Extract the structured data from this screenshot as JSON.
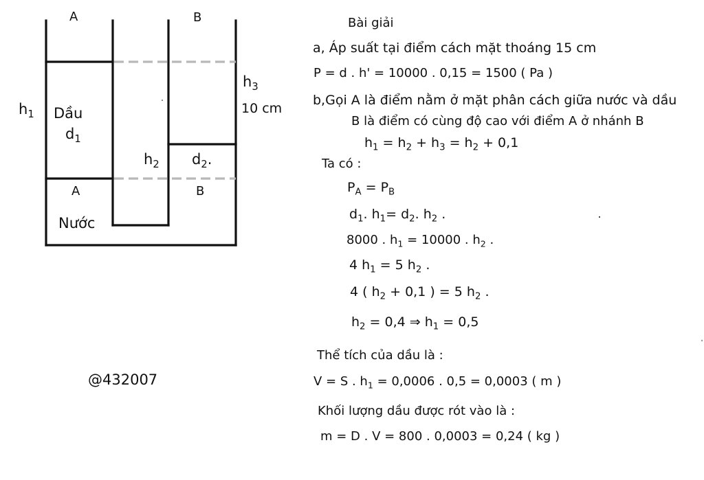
{
  "diagram": {
    "label_A_top": "A",
    "label_B_top": "B",
    "label_h1": "h",
    "sub_1": "1",
    "sub_2": "2",
    "sub_3": "3",
    "label_oil": "Dầu",
    "label_d": "d",
    "label_h3": "h",
    "label_10cm": "10 cm",
    "label_h2": "h",
    "label_d2": "d",
    "dot": ".",
    "label_A_mid": "A",
    "label_B_mid": "B",
    "label_water": "Nước"
  },
  "watermark": "@432007",
  "solution": {
    "heading": "Bài giải",
    "part_a": "a, Áp suất tại điểm cách mặt thoáng 15 cm",
    "pressure": "P = d  . h' = 10000 . 0,15 = 1500 ( Pa )",
    "part_b": "b,Gọi A là điểm nằm ở mặt phân cách giữa nước và  dầu",
    "part_b2": "B là điểm có cùng độ cao với điểm A ở nhánh B",
    "eq1": {
      "h": "h",
      "eq": " = h",
      "plus": "  + h",
      "eq2": "  = h",
      "tail": " + 0,1"
    },
    "ta_co": "Ta có :",
    "eq2": {
      "p": "P",
      "a": "A",
      "eq": " = P",
      "b": "B"
    },
    "eq3": {
      "d": "d",
      "mid": ". h",
      "eq": "= d",
      "mid2": ". h",
      "dot": " ."
    },
    "eq4": {
      "pre": "8000 . h",
      "eq": " = 10000 . h",
      "dot": " ."
    },
    "eq5": {
      "pre": "4 h",
      "eq": " = 5 h",
      "dot": " ."
    },
    "eq6": {
      "pre": "4 (  h",
      "mid": " + 0,1  ) = 5 h",
      "dot": " ."
    },
    "eq7": {
      "h": "h",
      "mid": "  = 0,4  ⇒  h",
      "tail": " = 0,5"
    },
    "volume_title": "Thể tích của dầu là :",
    "volume": {
      "pre": "V = S . h",
      "tail": " = 0,0006 . 0,5 = 0,0003 ( m   )"
    },
    "mass_title": "Khối lượng dầu được rót vào là :",
    "mass": "m = D . V = 800 . 0,0003 = 0,24 ( kg )"
  }
}
